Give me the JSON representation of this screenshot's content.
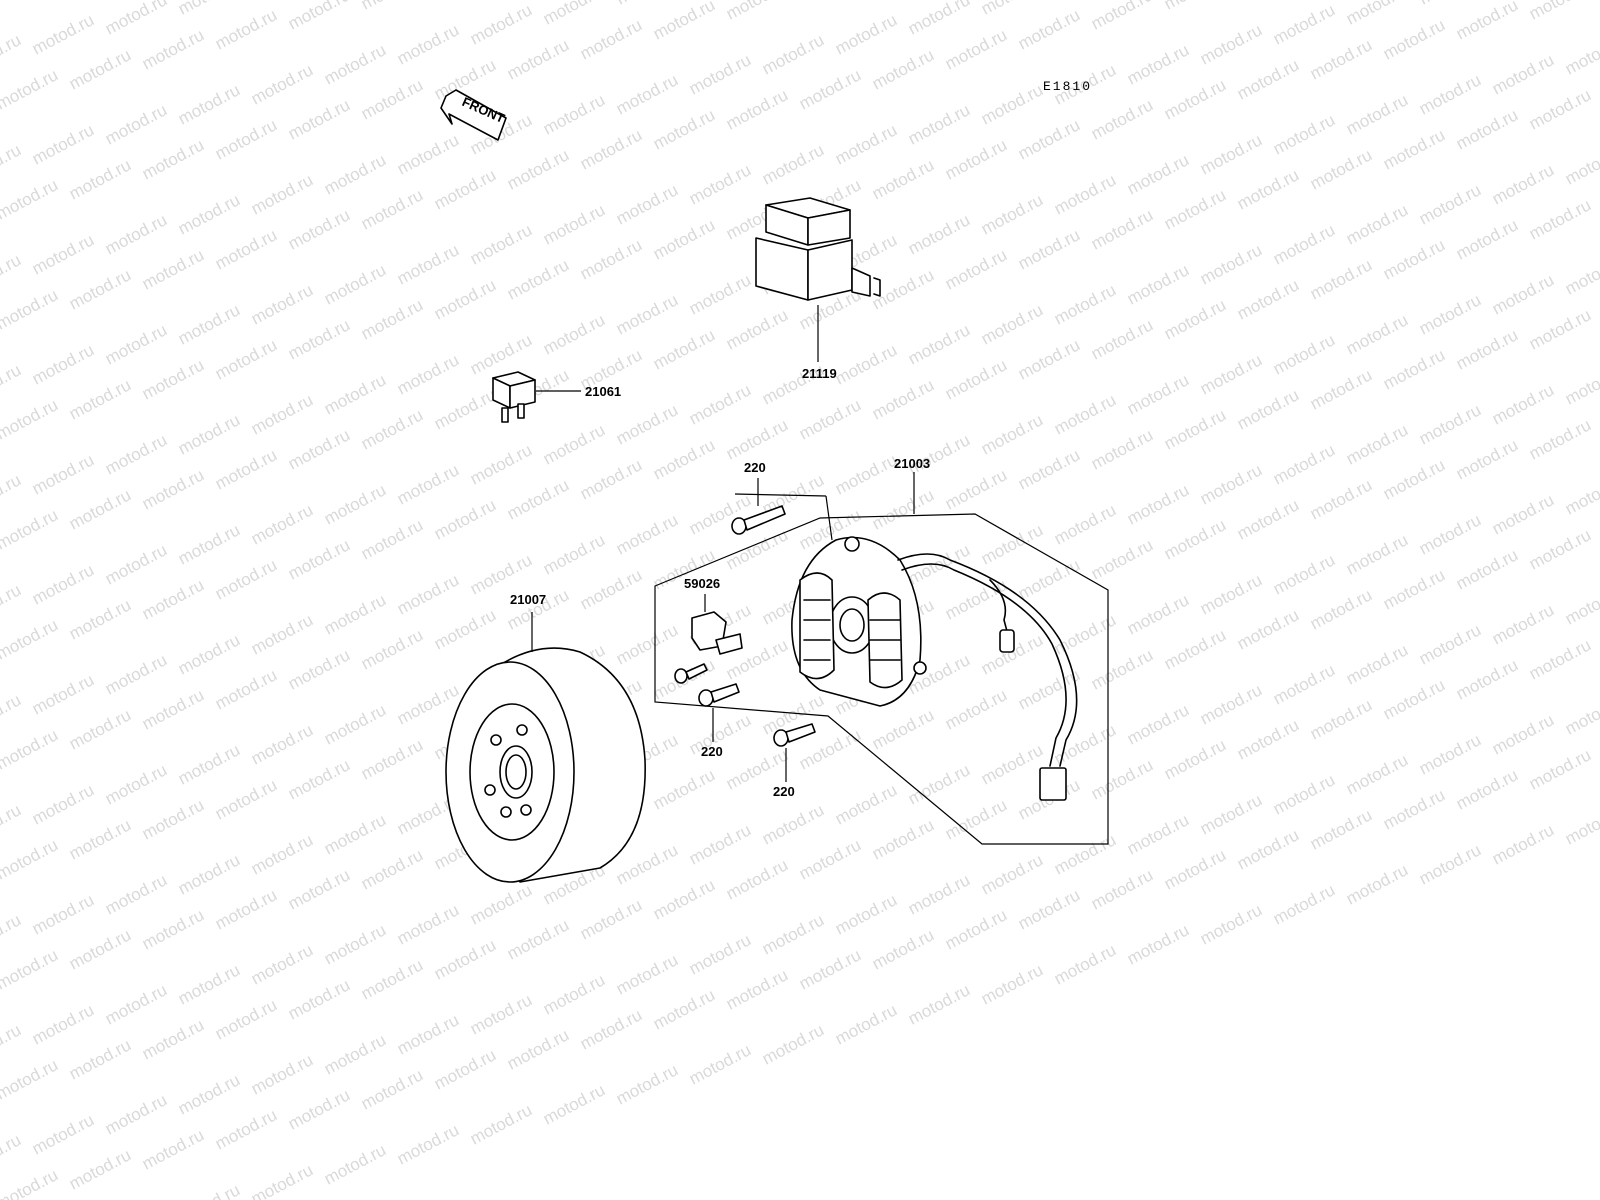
{
  "diagram_code": "E1810",
  "front_label": "FRONT",
  "watermark": "motod.ru",
  "parts": {
    "regulator": "21119",
    "relay": "21061",
    "stator_assembly": "21003",
    "flywheel": "21007",
    "pickup_coil": "59026",
    "screw_top": "220",
    "screw_middle": "220",
    "screw_bottom": "220"
  }
}
